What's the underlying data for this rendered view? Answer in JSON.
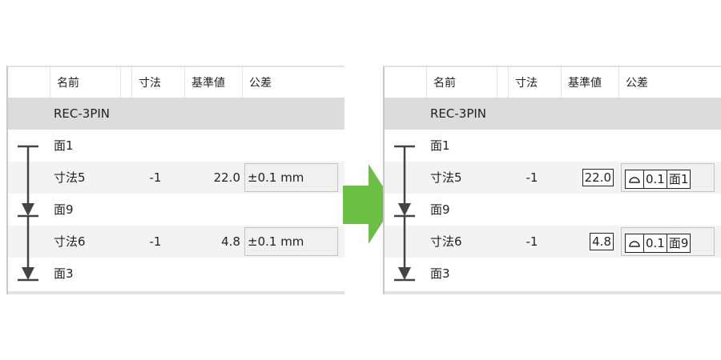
{
  "columns": [
    "名前",
    "寸法",
    "基準値",
    "公差"
  ],
  "group": "REC-3PIN",
  "rows": [
    {
      "name": "面1"
    },
    {
      "name": "寸法5",
      "num": "-1",
      "base": "22.0",
      "tol": "±0.1 mm",
      "gdt_symbol": "profile-of-surface-icon",
      "gdt_value": "0.1",
      "gdt_datum": "面1"
    },
    {
      "name": "面9"
    },
    {
      "name": "寸法6",
      "num": "-1",
      "base": "4.8",
      "tol": "±0.1 mm",
      "gdt_symbol": "profile-of-surface-icon",
      "gdt_value": "0.1",
      "gdt_datum": "面9"
    },
    {
      "name": "面3"
    }
  ],
  "colors": {
    "arrow": "#6bbf45",
    "group_row": "#dcdcdc",
    "alt_row": "#f3f3f3"
  }
}
